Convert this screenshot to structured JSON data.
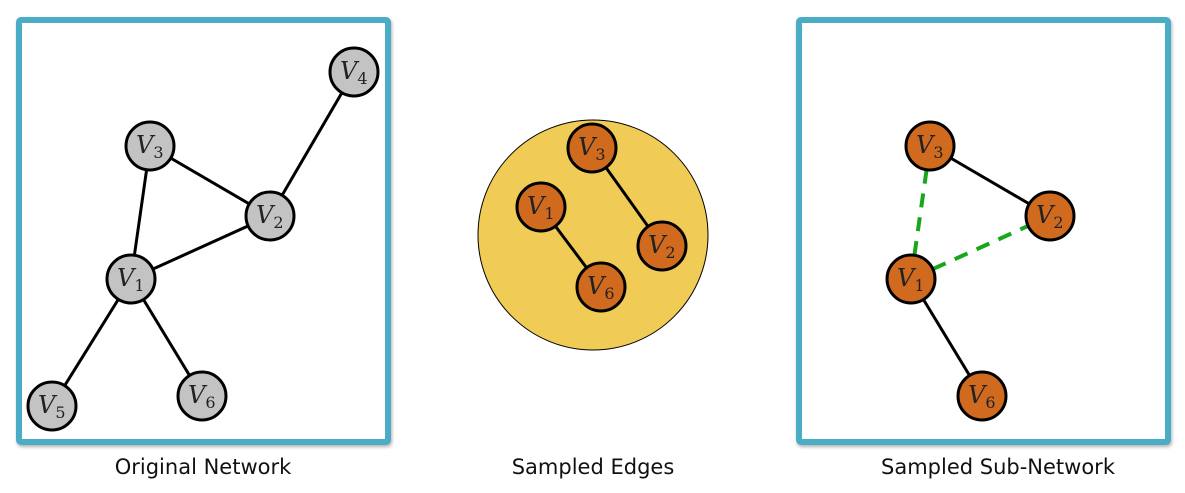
{
  "colors": {
    "frame": "#4bacc6",
    "gray_node": "#c3c3c3",
    "orange_node": "#d06a1f",
    "pool": "#f0cc56",
    "sampled_dash": "#17a81a"
  },
  "panels": [
    {
      "caption": "Original Network"
    },
    {
      "caption": "Sampled Edges"
    },
    {
      "caption": "Sampled Sub-Network"
    }
  ],
  "node_letter": "V",
  "original": {
    "nodes": [
      "1",
      "2",
      "3",
      "4",
      "5",
      "6"
    ],
    "edges": [
      [
        "1",
        "3"
      ],
      [
        "3",
        "2"
      ],
      [
        "1",
        "2"
      ],
      [
        "2",
        "4"
      ],
      [
        "1",
        "5"
      ],
      [
        "1",
        "6"
      ]
    ]
  },
  "sampled_edges": {
    "nodes": [
      "3",
      "1",
      "2",
      "6"
    ],
    "edges": [
      [
        "3",
        "2"
      ],
      [
        "1",
        "6"
      ]
    ]
  },
  "sub_network": {
    "nodes": [
      "3",
      "2",
      "1",
      "6"
    ],
    "edges": [
      [
        "3",
        "2"
      ],
      [
        "1",
        "6"
      ]
    ],
    "inferred_edges": [
      [
        "3",
        "1"
      ],
      [
        "1",
        "2"
      ]
    ]
  }
}
